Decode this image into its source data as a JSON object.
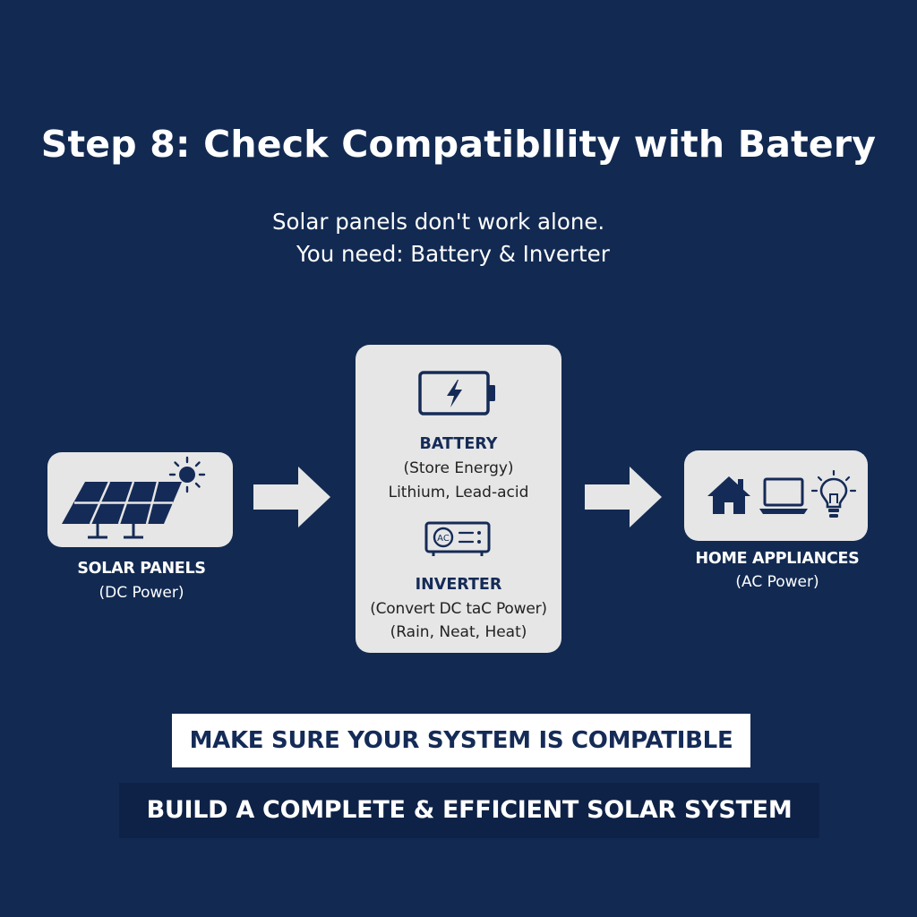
{
  "title": "Step 8: Check Compatibllity with Batery",
  "subtitle": {
    "line1": "Solar panels don't work alone.",
    "line2": "You need: Battery & Inverter"
  },
  "solar": {
    "title": "SOLAR PANELS",
    "subtitle": "(DC Power)",
    "icons": [
      "solar-panel-icon",
      "sun-icon"
    ]
  },
  "battery": {
    "title": "BATTERY",
    "line1": "(Store Energy)",
    "line2": "Lithium, Lead-acid",
    "icon": "battery-charging-icon"
  },
  "inverter": {
    "title": "INVERTER",
    "line1": "(Convert DC taC Power)",
    "line2": "(Rain, Neat, Heat)",
    "icon": "inverter-icon",
    "icon_label": "AC"
  },
  "home": {
    "title": "HOME APPLIANCES",
    "subtitle": "(AC Power)",
    "icons": [
      "house-icon",
      "laptop-icon",
      "lightbulb-icon"
    ]
  },
  "banners": {
    "primary": "MAKE SURE YOUR SYSTEM IS COMPATIBLE",
    "secondary": "BUILD A COMPLETE & EFFICIENT SOLAR SYSTEM"
  },
  "colors": {
    "background": "#122a52",
    "card": "#e6e6e6",
    "icon": "#152b57",
    "arrow": "#e6e6e6"
  }
}
